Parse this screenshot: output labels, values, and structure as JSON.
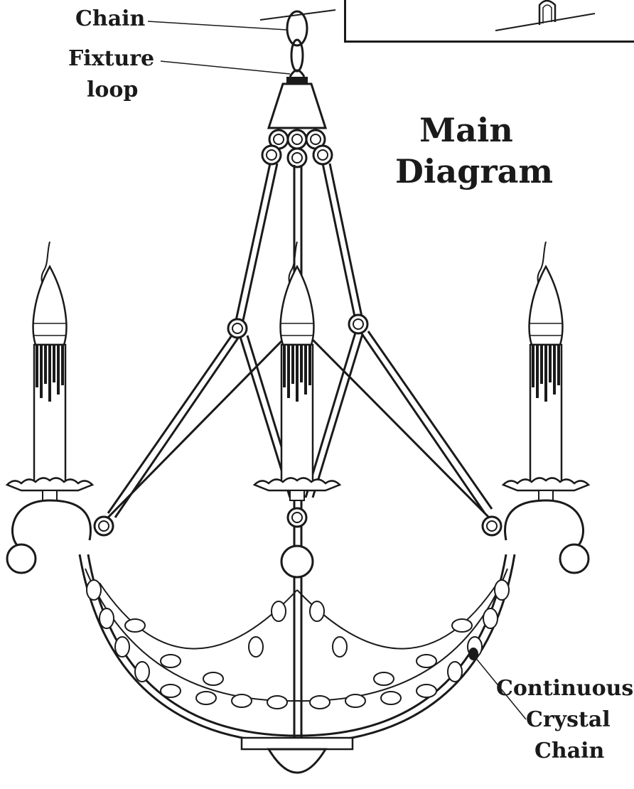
{
  "title": {
    "line1": "Main",
    "line2": "Diagram"
  },
  "callouts": {
    "chain": "Chain",
    "fixture_loop_1": "Fixture",
    "fixture_loop_2": "loop",
    "crystal_1": "Continuous",
    "crystal_2": "Crystal",
    "crystal_3": "Chain"
  }
}
